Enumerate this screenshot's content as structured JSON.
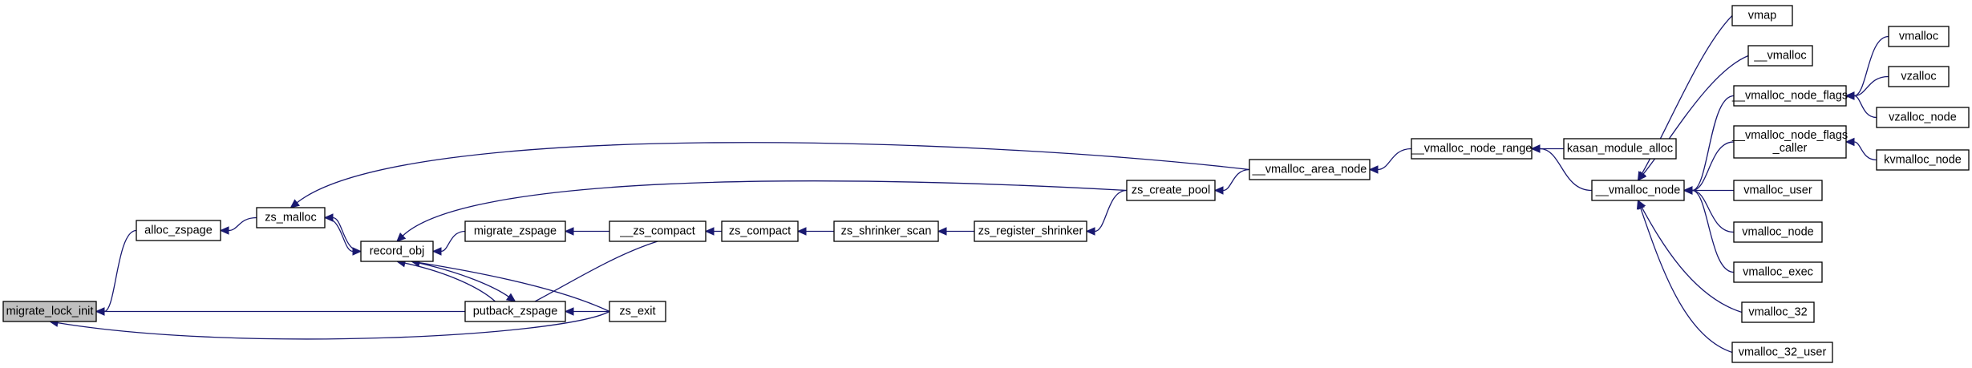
{
  "graph": {
    "kind": "caller-graph",
    "nodes": {
      "migrate_lock_init": {
        "lines": [
          "migrate_lock_init"
        ],
        "highlight": true
      },
      "alloc_zspage": {
        "lines": [
          "alloc_zspage"
        ]
      },
      "zs_malloc": {
        "lines": [
          "zs_malloc"
        ]
      },
      "record_obj": {
        "lines": [
          "record_obj"
        ]
      },
      "migrate_zspage": {
        "lines": [
          "migrate_zspage"
        ]
      },
      "putback_zspage": {
        "lines": [
          "putback_zspage"
        ]
      },
      "zs_exit": {
        "lines": [
          "zs_exit"
        ]
      },
      "__zs_compact": {
        "lines": [
          "__zs_compact"
        ]
      },
      "zs_compact": {
        "lines": [
          "zs_compact"
        ]
      },
      "zs_shrinker_scan": {
        "lines": [
          "zs_shrinker_scan"
        ]
      },
      "zs_register_shrinker": {
        "lines": [
          "zs_register_shrinker"
        ]
      },
      "zs_create_pool": {
        "lines": [
          "zs_create_pool"
        ]
      },
      "__vmalloc_area_node": {
        "lines": [
          "__vmalloc_area_node"
        ]
      },
      "__vmalloc_node_range": {
        "lines": [
          "__vmalloc_node_range"
        ]
      },
      "kasan_module_alloc": {
        "lines": [
          "kasan_module_alloc"
        ]
      },
      "__vmalloc_node": {
        "lines": [
          "__vmalloc_node"
        ]
      },
      "vmap": {
        "lines": [
          "vmap"
        ]
      },
      "__vmalloc": {
        "lines": [
          "__vmalloc"
        ]
      },
      "__vmalloc_node_flags": {
        "lines": [
          "__vmalloc_node_flags"
        ]
      },
      "__vmalloc_node_flags_caller": {
        "lines": [
          "__vmalloc_node_flags",
          "_caller"
        ]
      },
      "vmalloc_user": {
        "lines": [
          "vmalloc_user"
        ]
      },
      "vmalloc_node": {
        "lines": [
          "vmalloc_node"
        ]
      },
      "vmalloc_exec": {
        "lines": [
          "vmalloc_exec"
        ]
      },
      "vmalloc_32": {
        "lines": [
          "vmalloc_32"
        ]
      },
      "vmalloc_32_user": {
        "lines": [
          "vmalloc_32_user"
        ]
      },
      "vmalloc": {
        "lines": [
          "vmalloc"
        ]
      },
      "vzalloc": {
        "lines": [
          "vzalloc"
        ]
      },
      "vzalloc_node": {
        "lines": [
          "vzalloc_node"
        ]
      },
      "kvmalloc_node": {
        "lines": [
          "kvmalloc_node"
        ]
      }
    },
    "edges": [
      {
        "from": "alloc_zspage",
        "to": "migrate_lock_init"
      },
      {
        "from": "putback_zspage",
        "to": "migrate_lock_init"
      },
      {
        "from": "zs_exit",
        "to": "migrate_lock_init"
      },
      {
        "from": "zs_malloc",
        "to": "alloc_zspage"
      },
      {
        "from": "record_obj",
        "to": "zs_malloc"
      },
      {
        "from": "__vmalloc_area_node",
        "to": "zs_malloc"
      },
      {
        "from": "zs_malloc",
        "to": "record_obj"
      },
      {
        "from": "migrate_zspage",
        "to": "record_obj"
      },
      {
        "from": "putback_zspage",
        "to": "record_obj"
      },
      {
        "from": "zs_exit",
        "to": "record_obj"
      },
      {
        "from": "zs_create_pool",
        "to": "record_obj"
      },
      {
        "from": "__zs_compact",
        "to": "migrate_zspage"
      },
      {
        "from": "record_obj",
        "to": "putback_zspage"
      },
      {
        "from": "__zs_compact",
        "to": "putback_zspage"
      },
      {
        "from": "zs_exit",
        "to": "putback_zspage"
      },
      {
        "from": "zs_compact",
        "to": "__zs_compact"
      },
      {
        "from": "zs_shrinker_scan",
        "to": "zs_compact"
      },
      {
        "from": "zs_register_shrinker",
        "to": "zs_shrinker_scan"
      },
      {
        "from": "zs_create_pool",
        "to": "zs_register_shrinker"
      },
      {
        "from": "__vmalloc_area_node",
        "to": "zs_create_pool"
      },
      {
        "from": "__vmalloc_node_range",
        "to": "__vmalloc_area_node"
      },
      {
        "from": "kasan_module_alloc",
        "to": "__vmalloc_node_range"
      },
      {
        "from": "__vmalloc_node",
        "to": "__vmalloc_node_range"
      },
      {
        "from": "vmap",
        "to": "__vmalloc_node"
      },
      {
        "from": "__vmalloc",
        "to": "__vmalloc_node"
      },
      {
        "from": "__vmalloc_node_flags",
        "to": "__vmalloc_node"
      },
      {
        "from": "__vmalloc_node_flags_caller",
        "to": "__vmalloc_node"
      },
      {
        "from": "vmalloc_user",
        "to": "__vmalloc_node"
      },
      {
        "from": "vmalloc_node",
        "to": "__vmalloc_node"
      },
      {
        "from": "vmalloc_exec",
        "to": "__vmalloc_node"
      },
      {
        "from": "vmalloc_32",
        "to": "__vmalloc_node"
      },
      {
        "from": "vmalloc_32_user",
        "to": "__vmalloc_node"
      },
      {
        "from": "vmalloc",
        "to": "__vmalloc_node_flags"
      },
      {
        "from": "vzalloc",
        "to": "__vmalloc_node_flags"
      },
      {
        "from": "vzalloc_node",
        "to": "__vmalloc_node_flags"
      },
      {
        "from": "kvmalloc_node",
        "to": "__vmalloc_node_flags_caller"
      }
    ],
    "colors": {
      "edge": "#191970",
      "node_border": "#000000",
      "node_fill": "#ffffff",
      "highlight_fill": "#bfbfbf"
    }
  }
}
